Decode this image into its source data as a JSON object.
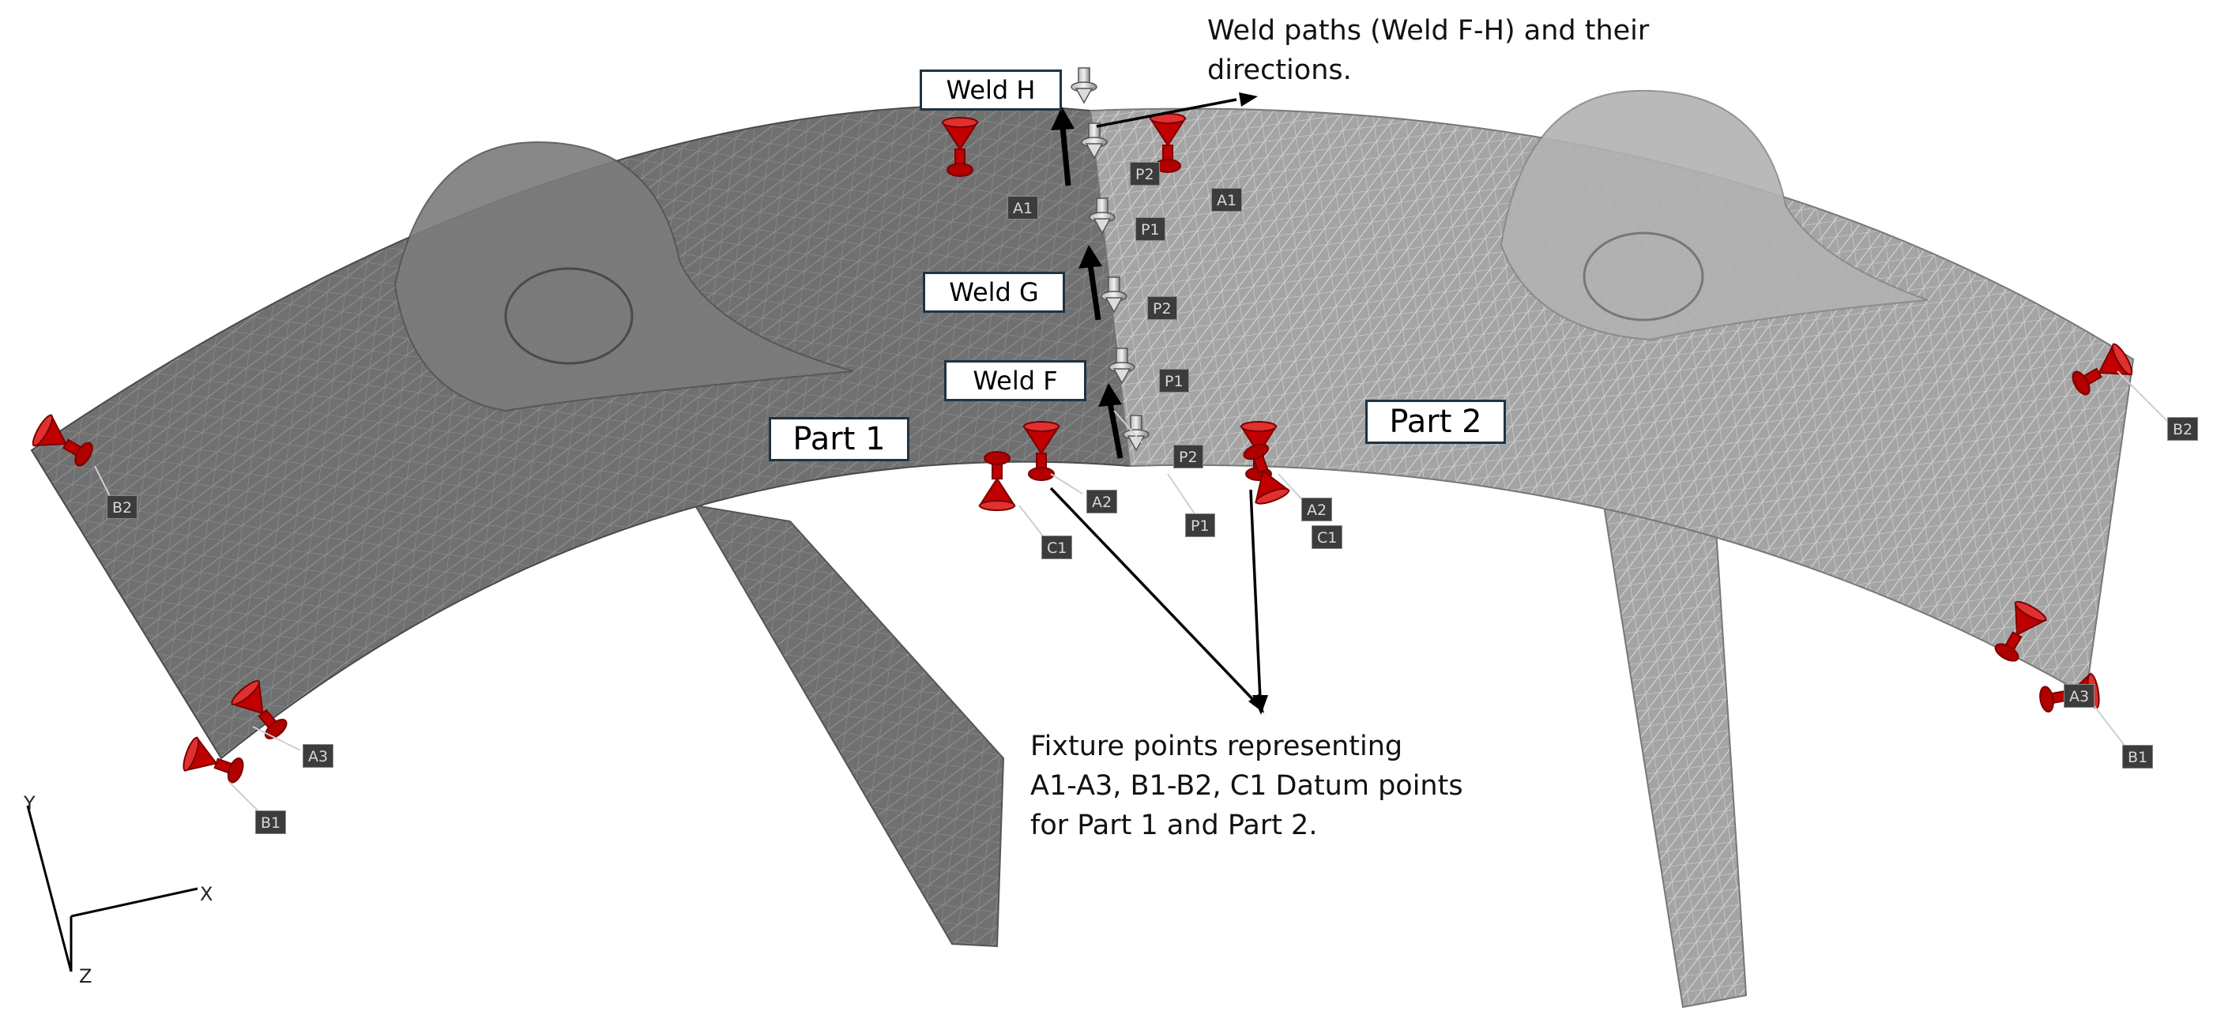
{
  "callouts": {
    "weld_h": "Weld H",
    "weld_g": "Weld G",
    "weld_f": "Weld F",
    "part_1": "Part 1",
    "part_2": "Part 2"
  },
  "notes": {
    "weld_paths_line1": "Weld paths (Weld F-H) and their",
    "weld_paths_line2": "directions.",
    "fixture_line1": "Fixture points representing",
    "fixture_line2": "A1-A3, B1-B2, C1 Datum points",
    "fixture_line3": "for Part 1 and Part 2."
  },
  "point_labels": {
    "a1_left": "A1",
    "a1_right": "A1",
    "p2_top": "P2",
    "p1_top": "P1",
    "p2_mid": "P2",
    "p1_mid": "P1",
    "p2_low": "P2",
    "p1_low": "P1",
    "a2_left": "A2",
    "c1_left": "C1",
    "a2_right": "A2",
    "c1_right": "C1",
    "b2_left": "B2",
    "a3_left": "A3",
    "b1_left": "B1",
    "b2_right": "B2",
    "a3_right": "A3",
    "b1_right": "B1"
  },
  "axes": {
    "y": "Y",
    "x": "X",
    "z": "Z"
  },
  "colors": {
    "part_1_mesh": "#707070",
    "part_2_mesh": "#a6a6a6",
    "fixture_red": "#c00000",
    "callout_border": "#1f3342",
    "label_tag": "#3c3c3c"
  },
  "icons": {
    "fixture": "red-cone-locator-icon",
    "weld_point": "weld-pin-icon"
  }
}
